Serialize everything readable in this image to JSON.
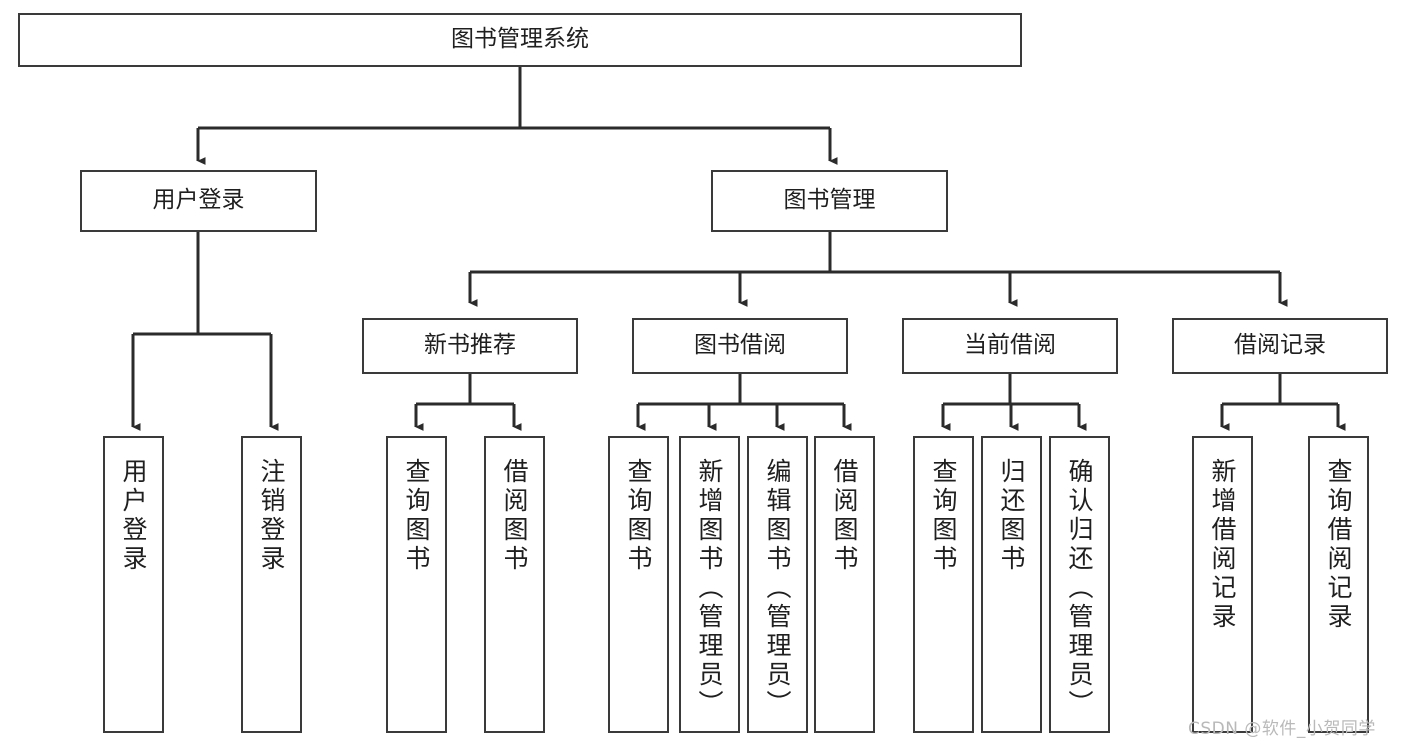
{
  "diagram": {
    "title": "图书管理系统",
    "type": "tree-hierarchy-chart",
    "watermark": "CSDN @软件_小贺同学",
    "colors": {
      "border": "#3a3a3a",
      "fill": "#ffffff",
      "text": "#1f1f1f",
      "edge": "#2b2b2b",
      "watermark": "#b9b9b9"
    },
    "nodes": {
      "root": {
        "label": "图书管理系统"
      },
      "level2": [
        {
          "label": "用户登录"
        },
        {
          "label": "图书管理"
        }
      ],
      "level3": [
        {
          "label": "新书推荐"
        },
        {
          "label": "图书借阅"
        },
        {
          "label": "当前借阅"
        },
        {
          "label": "借阅记录"
        }
      ],
      "leaves": {
        "user_login": [
          {
            "label": "用户登录"
          },
          {
            "label": "注销登录"
          }
        ],
        "new_book_recommend": [
          {
            "label": "查询图书"
          },
          {
            "label": "借阅图书"
          }
        ],
        "book_borrow": [
          {
            "label": "查询图书"
          },
          {
            "label": "新增图书（管理员）"
          },
          {
            "label": "编辑图书（管理员）"
          },
          {
            "label": "借阅图书"
          }
        ],
        "current_borrow": [
          {
            "label": "查询图书"
          },
          {
            "label": "归还图书"
          },
          {
            "label": "确认归还（管理员）"
          }
        ],
        "borrow_record": [
          {
            "label": "新增借阅记录"
          },
          {
            "label": "查询借阅记录"
          }
        ]
      }
    }
  }
}
